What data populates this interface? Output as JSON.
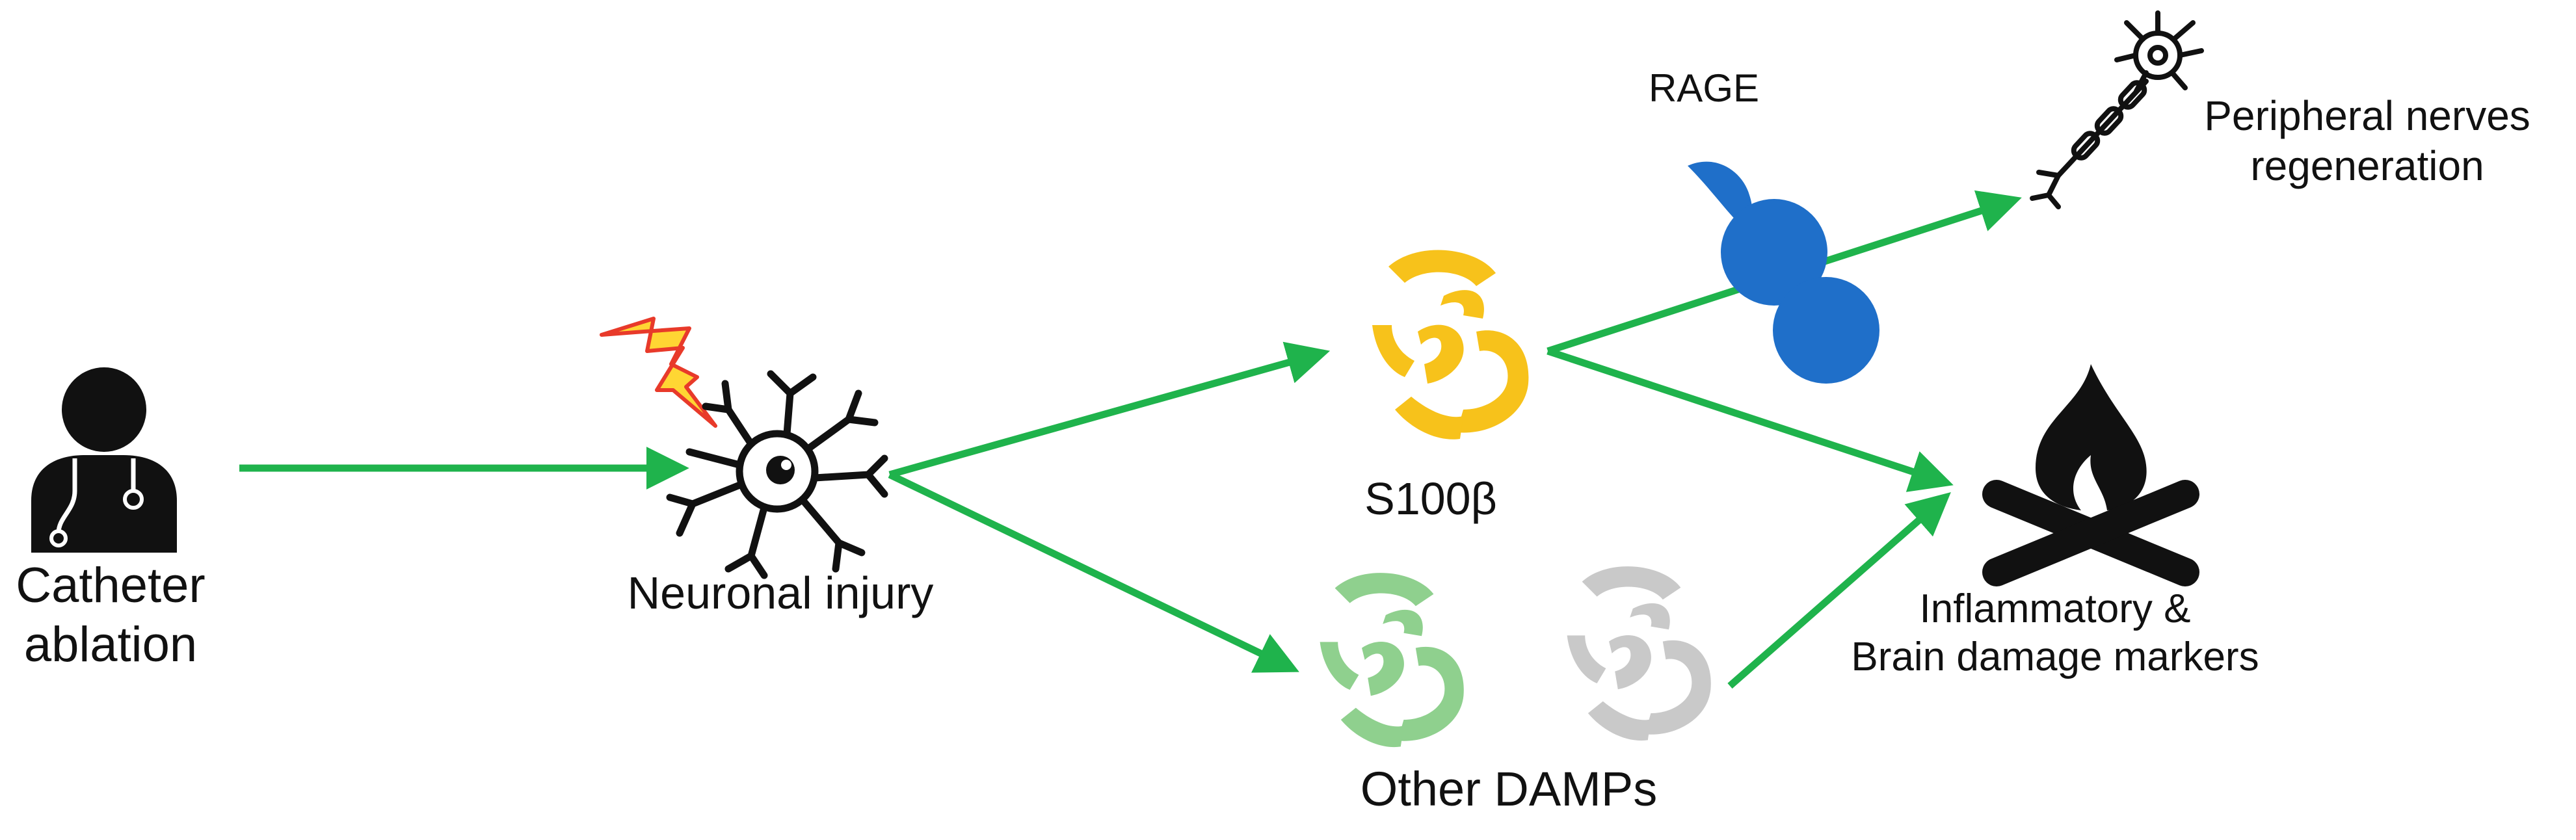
{
  "labels": {
    "catheter_ablation": [
      "Catheter",
      "ablation"
    ],
    "neuronal_injury": "Neuronal injury",
    "s100b": "S100β",
    "rage": "RAGE",
    "other_damps": "Other DAMPs",
    "peripheral_nerves": [
      "Peripheral nerves",
      "regeneration"
    ],
    "inflammatory": [
      "Inflammatory &",
      "Brain damage markers"
    ]
  },
  "icons": {
    "doctor": "doctor-icon",
    "neuron": "neuron-icon",
    "lightning": "lightning-icon",
    "s100b_protein": "protein-icon",
    "damp_green": "protein-icon",
    "damp_gray": "protein-icon",
    "rage_receptor": "receptor-icon",
    "nerve": "nerve-cell-icon",
    "fire": "campfire-icon"
  },
  "colors": {
    "arrow": "#1fb34c",
    "s100b": "#f7c21b",
    "damp_green": "#8fd08e",
    "damp_gray": "#c9c9c9",
    "rage": "#1f6fc9",
    "lightning_fill": "#ffd633",
    "lightning_stroke": "#e83a2a",
    "icon": "#111111"
  }
}
